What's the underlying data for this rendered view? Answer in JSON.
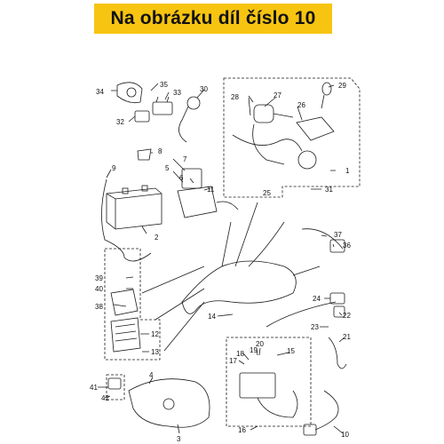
{
  "banner": {
    "text": "Na obrázku díl číslo 10",
    "color": "#f7c411"
  },
  "colors": {
    "line": "#1a1a1a",
    "part": "#555555",
    "background": "#ffffff"
  },
  "part_numbers": [
    "34",
    "35",
    "33",
    "30",
    "29",
    "28",
    "27",
    "26",
    "32",
    "8",
    "7",
    "5",
    "6",
    "11",
    "1",
    "9",
    "31",
    "25",
    "2",
    "37",
    "36",
    "39",
    "40",
    "38",
    "12",
    "13",
    "14",
    "24",
    "22",
    "23",
    "21",
    "20",
    "18",
    "19",
    "17",
    "15",
    "4",
    "41",
    "42",
    "3",
    "16",
    "10"
  ]
}
